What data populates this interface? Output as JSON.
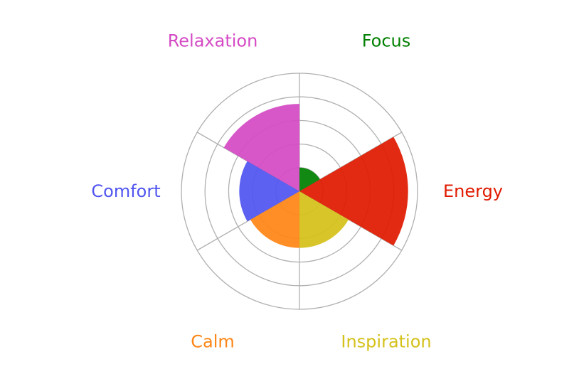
{
  "chart_data": {
    "type": "polar-bar",
    "title": "",
    "categories": [
      "Focus",
      "Energy",
      "Inspiration",
      "Calm",
      "Comfort",
      "Relaxation"
    ],
    "values": [
      1.0,
      4.6,
      2.4,
      2.4,
      2.55,
      3.7
    ],
    "colors": [
      "#008000",
      "#e01a00",
      "#d4c11a",
      "#ff8515",
      "#5055f0",
      "#d44ac4"
    ],
    "rlim": [
      0,
      5
    ],
    "ring_ticks": [
      1,
      2,
      3,
      4,
      5
    ],
    "grid": true
  }
}
